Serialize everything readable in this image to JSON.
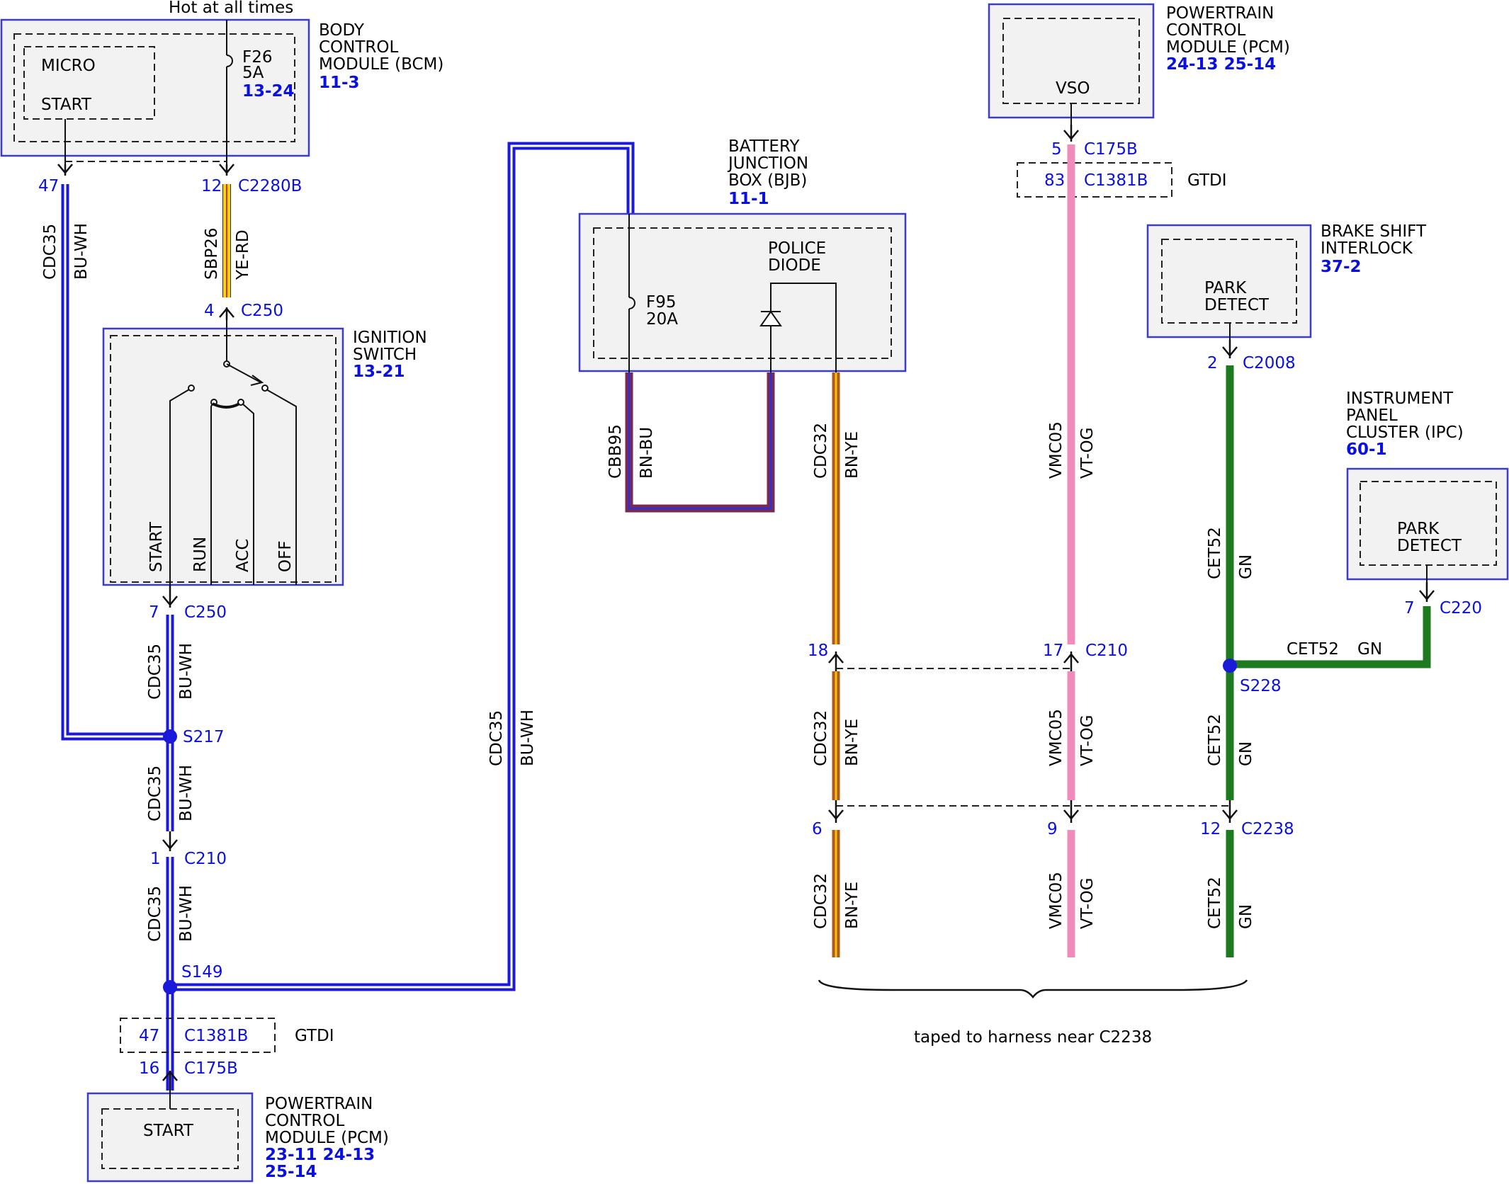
{
  "top_label": "Hot at all times",
  "modules": {
    "bcm": {
      "name": [
        "BODY",
        "CONTROL",
        "MODULE (BCM)"
      ],
      "ref": "11-3",
      "micro": "MICRO",
      "start": "START",
      "fuse": "F26",
      "fuse_rating": "5A",
      "fuse_ref": "13-24"
    },
    "ignition": {
      "name": [
        "IGNITION",
        "SWITCH"
      ],
      "ref": "13-21",
      "positions": [
        "START",
        "RUN",
        "ACC",
        "OFF"
      ]
    },
    "bjb": {
      "name": [
        "BATTERY",
        "JUNCTION",
        "BOX (BJB)"
      ],
      "ref": "11-1",
      "fuse": "F95",
      "fuse_rating": "20A",
      "diode": [
        "POLICE",
        "DIODE"
      ]
    },
    "pcm_top": {
      "name": [
        "POWERTRAIN",
        "CONTROL",
        "MODULE (PCM)"
      ],
      "refs": "24-13 25-14",
      "pin": "VSO"
    },
    "bsi": {
      "name": [
        "BRAKE SHIFT",
        "INTERLOCK"
      ],
      "ref": "37-2",
      "pin": [
        "PARK",
        "DETECT"
      ]
    },
    "ipc": {
      "name": [
        "INSTRUMENT",
        "PANEL",
        "CLUSTER (IPC)"
      ],
      "ref": "60-1",
      "pin": [
        "PARK",
        "DETECT"
      ]
    },
    "pcm_bottom": {
      "name": [
        "POWERTRAIN",
        "CONTROL",
        "MODULE (PCM)"
      ],
      "refs1": "23-11 24-13",
      "refs2": "25-14",
      "pin": "START"
    }
  },
  "connectors": [
    {
      "pin": "47",
      "name": ""
    },
    {
      "pin": "12",
      "name": "C2280B"
    },
    {
      "pin": "4",
      "name": "C250"
    },
    {
      "pin": "7",
      "name": "C250"
    },
    {
      "pin": "1",
      "name": "C210"
    },
    {
      "pin": "47",
      "name": "C1381B"
    },
    {
      "pin": "16",
      "name": "C175B"
    },
    {
      "pin": "5",
      "name": "C175B"
    },
    {
      "pin": "83",
      "name": "C1381B"
    },
    {
      "pin": "2",
      "name": "C2008"
    },
    {
      "pin": "7",
      "name": "C220"
    },
    {
      "pin": "18",
      "name": ""
    },
    {
      "pin": "17",
      "name": "C210"
    },
    {
      "pin": "6",
      "name": ""
    },
    {
      "pin": "9",
      "name": ""
    },
    {
      "pin": "12",
      "name": "C2238"
    }
  ],
  "splices": [
    "S217",
    "S149",
    "S228"
  ],
  "gtdi": "GTDI",
  "wires": [
    {
      "circuit": "CDC35",
      "color": "BU-WH",
      "hex": "#1a1ad8"
    },
    {
      "circuit": "SBP26",
      "color": "YE-RD",
      "hex": "#f7d400"
    },
    {
      "circuit": "CBB95",
      "color": "BN-BU",
      "hex": "#7a2a50"
    },
    {
      "circuit": "CDC32",
      "color": "BN-YE",
      "hex": "#b05a1a"
    },
    {
      "circuit": "VMC05",
      "color": "VT-OG",
      "hex": "#f08cbc"
    },
    {
      "circuit": "CET52",
      "color": "GN",
      "hex": "#1e7a1e"
    }
  ],
  "note": "taped to harness near C2238"
}
